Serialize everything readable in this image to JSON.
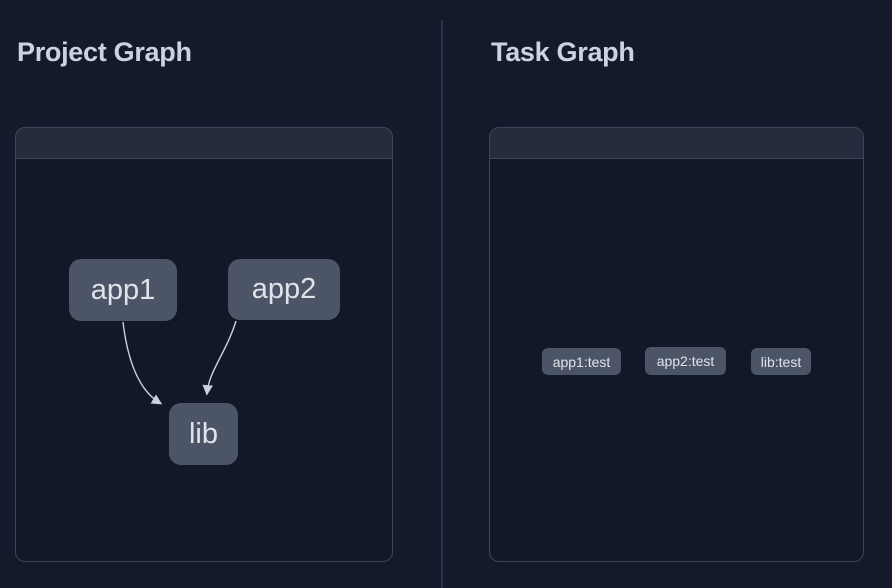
{
  "colors": {
    "page_bg": "#141a2b",
    "title_text": "#ccd3df",
    "card_border": "#3e4759",
    "card_header_bg": "#242c3e",
    "card_body_bg": "#121828",
    "node_bg": "#4c5467",
    "node_text": "#e0e4ea",
    "edge": "#c9d1dc",
    "divider": "#2b3347"
  },
  "project_graph": {
    "title": "Project Graph",
    "nodes": [
      {
        "id": "app1",
        "label": "app1"
      },
      {
        "id": "app2",
        "label": "app2"
      },
      {
        "id": "lib",
        "label": "lib"
      }
    ],
    "edges": [
      {
        "from": "app1",
        "to": "lib"
      },
      {
        "from": "app2",
        "to": "lib"
      }
    ]
  },
  "task_graph": {
    "title": "Task Graph",
    "nodes": [
      {
        "id": "app1:test",
        "label": "app1:test"
      },
      {
        "id": "app2:test",
        "label": "app2:test"
      },
      {
        "id": "lib:test",
        "label": "lib:test"
      }
    ]
  }
}
